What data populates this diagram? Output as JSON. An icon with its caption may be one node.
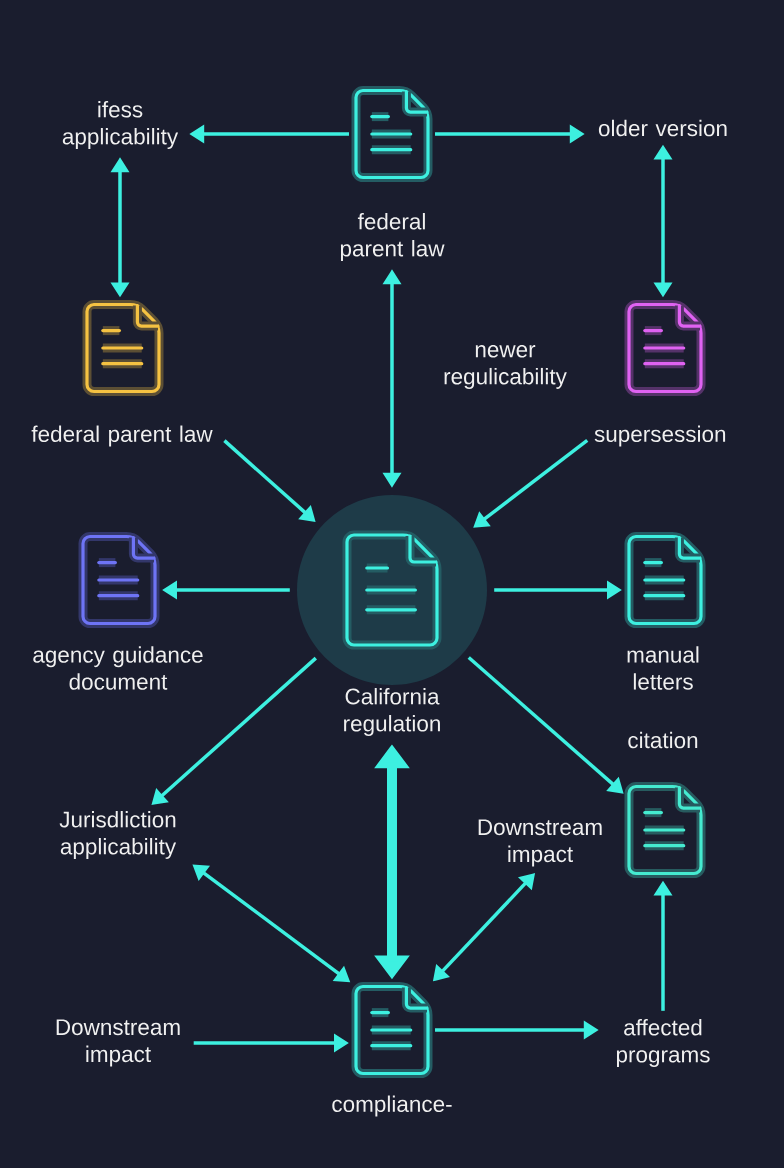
{
  "diagram": {
    "nodes": [
      {
        "text": [
          "ifess applicability"
        ]
      },
      {
        "text": [
          "federal parent law"
        ]
      },
      {
        "text": [
          "older version"
        ]
      },
      {
        "text": [
          "federal parent law"
        ]
      },
      {
        "text": [
          "supersession"
        ]
      },
      {
        "text": [
          "California regulation"
        ]
      },
      {
        "text": [
          "agency guidance document"
        ]
      },
      {
        "text": [
          "manual letters"
        ]
      },
      {
        "text": [
          "citation"
        ]
      },
      {
        "text": [
          "Jurisdliction applicability"
        ]
      },
      {
        "text": [
          "Downstream impact"
        ]
      },
      {
        "text": [
          "compliance-"
        ]
      },
      {
        "text": [
          "Downstream impact"
        ]
      },
      {
        "text": [
          "affected programs"
        ]
      }
    ],
    "edges": [
      {
        "from": 1,
        "to": 0,
        "arrow": "to"
      },
      {
        "from": 1,
        "to": 2,
        "arrow": "to"
      },
      {
        "from": 0,
        "to": 3,
        "arrow": "both"
      },
      {
        "from": 2,
        "to": 4,
        "arrow": "both"
      },
      {
        "from": 1,
        "to": 5,
        "arrow": "both"
      },
      {
        "from": 3,
        "to": 5,
        "arrow": "to"
      },
      {
        "from": 4,
        "to": 5,
        "arrow": "to"
      },
      {
        "from": 5,
        "to": 6,
        "arrow": "to"
      },
      {
        "from": 5,
        "to": 7,
        "arrow": "to"
      },
      {
        "from": 5,
        "to": 9,
        "arrow": "to"
      },
      {
        "from": 5,
        "to": 8,
        "arrow": "to"
      },
      {
        "from": 5,
        "to": 11,
        "arrow": "both",
        "style": "thick"
      },
      {
        "from": 9,
        "to": 11,
        "arrow": "both"
      },
      {
        "from": 10,
        "to": 11,
        "arrow": "both"
      },
      {
        "from": 12,
        "to": 11,
        "arrow": "to"
      },
      {
        "from": 11,
        "to": 13,
        "arrow": "to"
      },
      {
        "from": 13,
        "to": 8,
        "arrow": "to"
      }
    ],
    "labels": [
      "newer regulicability"
    ]
  }
}
